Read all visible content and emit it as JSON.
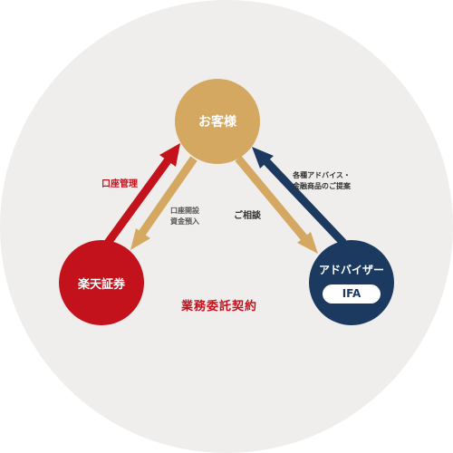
{
  "nodes": {
    "customer": {
      "label": "お客様",
      "color": "#d4a860"
    },
    "rakuten": {
      "label": "楽天証券",
      "color": "#c4121d"
    },
    "advisor": {
      "label": "アドバイザー",
      "badge": "IFA",
      "color": "#1c3a5f"
    }
  },
  "edges": {
    "account_management": "口座管理",
    "account_open_line1": "口座開設",
    "account_open_line2": "資金預入",
    "consultation": "ご相談",
    "advice_line1": "各種アドバイス・",
    "advice_line2": "金融商品のご提案",
    "contract": "業務委託契約"
  },
  "colors": {
    "background_circle": "#efeeec",
    "gold": "#d4a860",
    "red": "#c4121d",
    "navy": "#1c3a5f"
  }
}
